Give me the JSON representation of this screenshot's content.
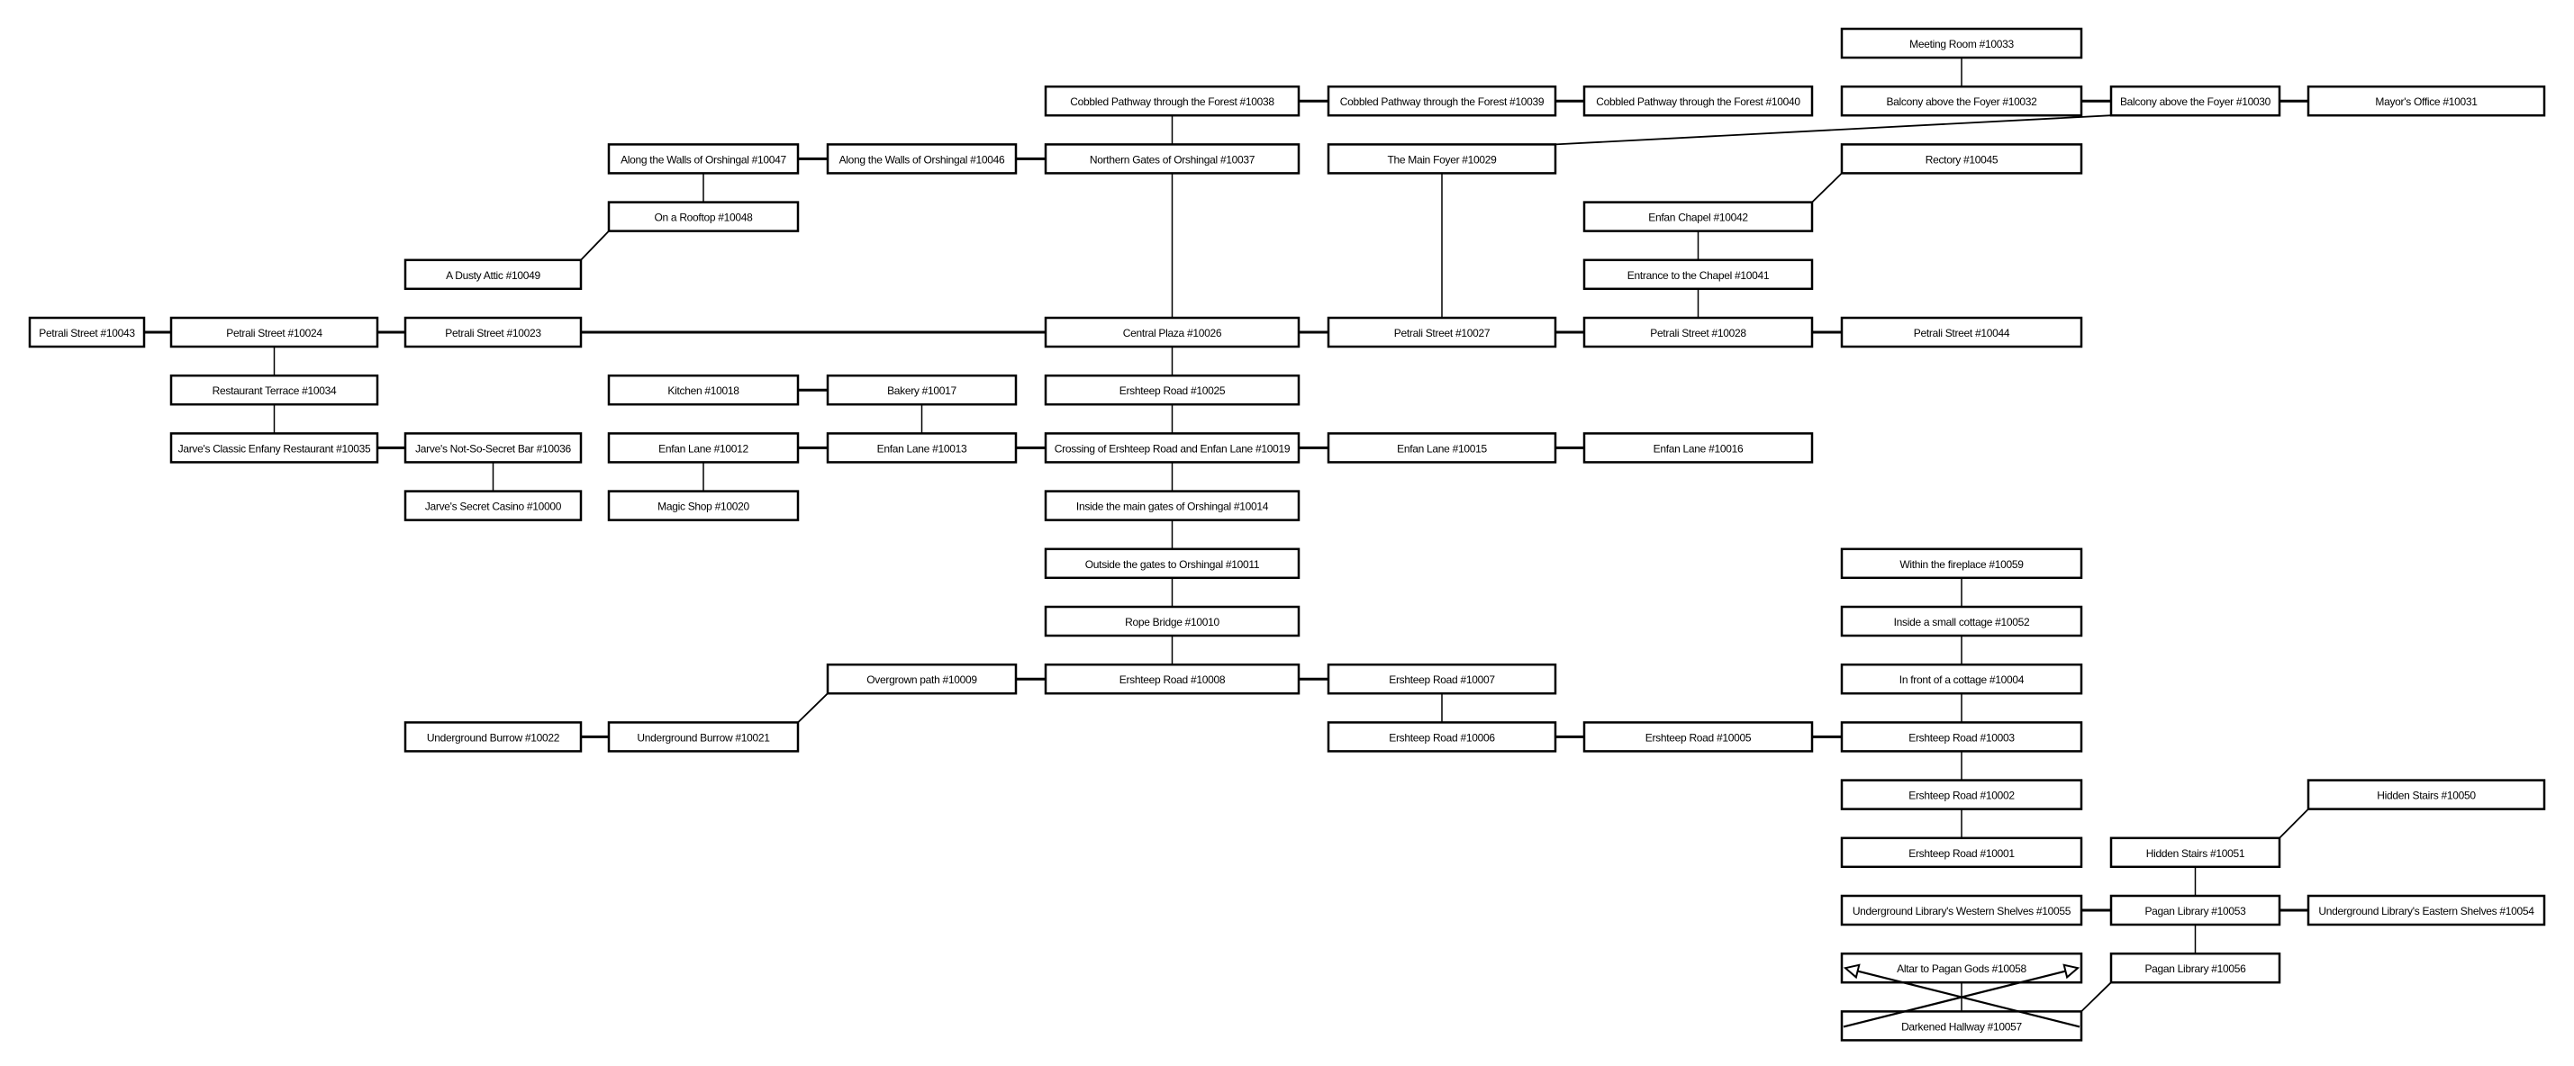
{
  "map": {
    "colors": {
      "box_border": "#000000",
      "box_fill": "#ffffff",
      "edge": "#000000",
      "background": "#ffffff"
    },
    "rooms": [
      {
        "id": "10033",
        "label": "Meeting Room #10033"
      },
      {
        "id": "10038",
        "label": "Cobbled Pathway through the Forest #10038"
      },
      {
        "id": "10039",
        "label": "Cobbled Pathway through the Forest #10039"
      },
      {
        "id": "10040",
        "label": "Cobbled Pathway through the Forest #10040"
      },
      {
        "id": "10032",
        "label": "Balcony above the Foyer #10032"
      },
      {
        "id": "10030",
        "label": "Balcony above the Foyer #10030"
      },
      {
        "id": "10031",
        "label": "Mayor's Office #10031"
      },
      {
        "id": "10047",
        "label": "Along the Walls of Orshingal #10047"
      },
      {
        "id": "10046",
        "label": "Along the Walls of Orshingal #10046"
      },
      {
        "id": "10037",
        "label": "Northern Gates of Orshingal #10037"
      },
      {
        "id": "10029",
        "label": "The Main Foyer #10029"
      },
      {
        "id": "10045",
        "label": "Rectory #10045"
      },
      {
        "id": "10048",
        "label": "On a Rooftop #10048"
      },
      {
        "id": "10042",
        "label": "Enfan Chapel #10042"
      },
      {
        "id": "10049",
        "label": "A Dusty Attic #10049"
      },
      {
        "id": "10041",
        "label": "Entrance to the Chapel #10041"
      },
      {
        "id": "10043",
        "label": "Petrali Street #10043"
      },
      {
        "id": "10024",
        "label": "Petrali Street #10024"
      },
      {
        "id": "10023",
        "label": "Petrali Street #10023"
      },
      {
        "id": "10026",
        "label": "Central Plaza #10026"
      },
      {
        "id": "10027",
        "label": "Petrali Street #10027"
      },
      {
        "id": "10028",
        "label": "Petrali Street #10028"
      },
      {
        "id": "10044",
        "label": "Petrali Street #10044"
      },
      {
        "id": "10034",
        "label": "Restaurant Terrace #10034"
      },
      {
        "id": "10018",
        "label": "Kitchen #10018"
      },
      {
        "id": "10017",
        "label": "Bakery #10017"
      },
      {
        "id": "10025",
        "label": "Ershteep Road #10025"
      },
      {
        "id": "10035",
        "label": "Jarve's Classic Enfany Restaurant #10035"
      },
      {
        "id": "10036",
        "label": "Jarve's Not-So-Secret Bar #10036"
      },
      {
        "id": "10012",
        "label": "Enfan Lane #10012"
      },
      {
        "id": "10013",
        "label": "Enfan Lane #10013"
      },
      {
        "id": "10019",
        "label": "Crossing of Ershteep Road and Enfan Lane #10019"
      },
      {
        "id": "10015",
        "label": "Enfan Lane #10015"
      },
      {
        "id": "10016",
        "label": "Enfan Lane #10016"
      },
      {
        "id": "10000",
        "label": "Jarve's Secret Casino #10000"
      },
      {
        "id": "10020",
        "label": "Magic Shop #10020"
      },
      {
        "id": "10014",
        "label": "Inside the main gates of Orshingal #10014"
      },
      {
        "id": "10011",
        "label": "Outside the gates to Orshingal #10011"
      },
      {
        "id": "10059",
        "label": "Within the fireplace #10059"
      },
      {
        "id": "10010",
        "label": "Rope Bridge #10010"
      },
      {
        "id": "10052",
        "label": "Inside a small cottage #10052"
      },
      {
        "id": "10009",
        "label": "Overgrown path #10009"
      },
      {
        "id": "10008",
        "label": "Ershteep Road #10008"
      },
      {
        "id": "10007",
        "label": "Ershteep Road #10007"
      },
      {
        "id": "10004",
        "label": "In front of a cottage #10004"
      },
      {
        "id": "10022",
        "label": "Underground Burrow #10022"
      },
      {
        "id": "10021",
        "label": "Underground Burrow #10021"
      },
      {
        "id": "10006",
        "label": "Ershteep Road #10006"
      },
      {
        "id": "10005",
        "label": "Ershteep Road #10005"
      },
      {
        "id": "10003",
        "label": "Ershteep Road #10003"
      },
      {
        "id": "10002",
        "label": "Ershteep Road #10002"
      },
      {
        "id": "10050",
        "label": "Hidden Stairs #10050"
      },
      {
        "id": "10001",
        "label": "Ershteep Road #10001"
      },
      {
        "id": "10051",
        "label": "Hidden Stairs #10051"
      },
      {
        "id": "10055",
        "label": "Underground Library's Western Shelves #10055"
      },
      {
        "id": "10053",
        "label": "Pagan Library #10053"
      },
      {
        "id": "10054",
        "label": "Underground Library's Eastern Shelves #10054"
      },
      {
        "id": "10058",
        "label": "Altar to Pagan Gods #10058"
      },
      {
        "id": "10056",
        "label": "Pagan Library #10056"
      },
      {
        "id": "10057",
        "label": "Darkened Hallway #10057"
      }
    ],
    "connections": [
      [
        "10033",
        "10032"
      ],
      [
        "10038",
        "10039"
      ],
      [
        "10039",
        "10040"
      ],
      [
        "10032",
        "10030"
      ],
      [
        "10030",
        "10031"
      ],
      [
        "10038",
        "10037"
      ],
      [
        "10047",
        "10046"
      ],
      [
        "10046",
        "10037"
      ],
      [
        "10030",
        "10029"
      ],
      [
        "10045",
        "10042"
      ],
      [
        "10047",
        "10048"
      ],
      [
        "10048",
        "10049"
      ],
      [
        "10042",
        "10041"
      ],
      [
        "10041",
        "10028"
      ],
      [
        "10037",
        "10026"
      ],
      [
        "10029",
        "10027"
      ],
      [
        "10043",
        "10024"
      ],
      [
        "10024",
        "10023"
      ],
      [
        "10023",
        "10026"
      ],
      [
        "10026",
        "10027"
      ],
      [
        "10027",
        "10028"
      ],
      [
        "10028",
        "10044"
      ],
      [
        "10024",
        "10034"
      ],
      [
        "10034",
        "10035"
      ],
      [
        "10018",
        "10017"
      ],
      [
        "10017",
        "10013"
      ],
      [
        "10026",
        "10025"
      ],
      [
        "10025",
        "10019"
      ],
      [
        "10035",
        "10036"
      ],
      [
        "10012",
        "10013"
      ],
      [
        "10013",
        "10019"
      ],
      [
        "10019",
        "10015"
      ],
      [
        "10015",
        "10016"
      ],
      [
        "10036",
        "10000"
      ],
      [
        "10012",
        "10020"
      ],
      [
        "10019",
        "10014"
      ],
      [
        "10014",
        "10011"
      ],
      [
        "10011",
        "10010"
      ],
      [
        "10010",
        "10008"
      ],
      [
        "10009",
        "10008"
      ],
      [
        "10008",
        "10007"
      ],
      [
        "10009",
        "10021"
      ],
      [
        "10022",
        "10021"
      ],
      [
        "10007",
        "10006"
      ],
      [
        "10006",
        "10005"
      ],
      [
        "10005",
        "10003"
      ],
      [
        "10059",
        "10052"
      ],
      [
        "10052",
        "10004"
      ],
      [
        "10004",
        "10003"
      ],
      [
        "10003",
        "10002"
      ],
      [
        "10002",
        "10001"
      ],
      [
        "10050",
        "10051"
      ],
      [
        "10051",
        "10053"
      ],
      [
        "10055",
        "10053"
      ],
      [
        "10053",
        "10054"
      ],
      [
        "10053",
        "10056"
      ],
      [
        "10056",
        "10057"
      ],
      [
        "10058",
        "10057"
      ]
    ],
    "one_way_connections": [
      [
        "10057",
        "10058"
      ],
      [
        "10057",
        "10058"
      ]
    ]
  }
}
